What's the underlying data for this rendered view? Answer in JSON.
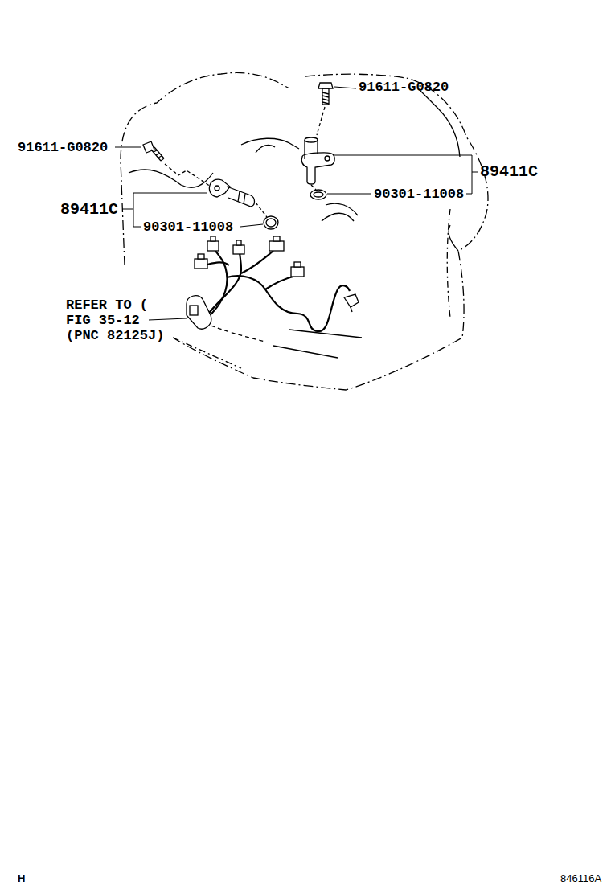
{
  "diagram": {
    "labels": [
      "91611-G0820",
      "91611-G0820",
      "89411C",
      "90301-11008",
      "89411C",
      "90301-11008",
      "REFER TO (",
      "FIG 35-12",
      "(PNC 82125J)",
      "H",
      "846116A"
    ]
  }
}
